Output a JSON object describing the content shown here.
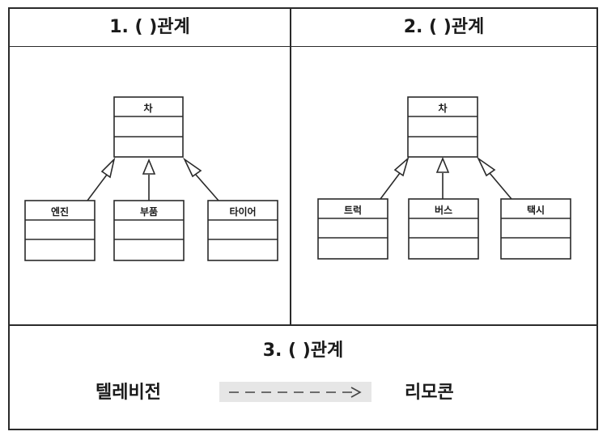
{
  "panels": [
    {
      "header": "1. (        )관계",
      "parent": "차",
      "children": [
        "엔진",
        "부품",
        "타이어"
      ]
    },
    {
      "header": "2. (        )관계",
      "parent": "차",
      "children": [
        "트럭",
        "버스",
        "택시"
      ]
    }
  ],
  "bottom": {
    "header": "3. (        )관계",
    "left_label": "텔레비전",
    "right_label": "리모콘",
    "arrow_style": "dashed"
  }
}
